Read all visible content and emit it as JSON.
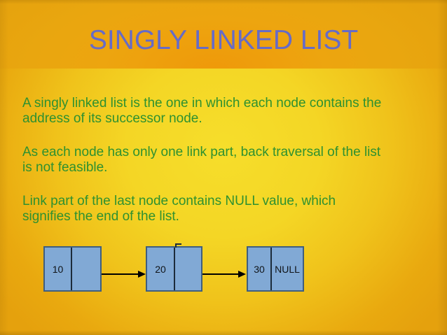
{
  "slide": {
    "title": "SINGLY LINKED LIST",
    "paragraphs": [
      {
        "lines": [
          "A singly linked list is the one in which each node contains the",
          "address of its successor node."
        ]
      },
      {
        "lines": [
          "As each node has only one link part, back traversal of the list",
          "is not feasible."
        ]
      },
      {
        "lines": [
          "Link part of the last node contains NULL value, which",
          "signifies the end of the list."
        ]
      }
    ]
  },
  "diagram": {
    "nodes": [
      {
        "data": "10",
        "link": ""
      },
      {
        "data": "20",
        "link": ""
      },
      {
        "data": "30",
        "link": "NULL"
      }
    ]
  },
  "colors": {
    "title_text": "#666bc7",
    "body_text": "#2e9130",
    "node_fill": "#81a9d5",
    "node_border": "#3f5e7e",
    "node_divider": "#1c2b3a",
    "arrow": "#000000",
    "background_center": "#f6de2b",
    "background_edge": "#e6a30d"
  }
}
